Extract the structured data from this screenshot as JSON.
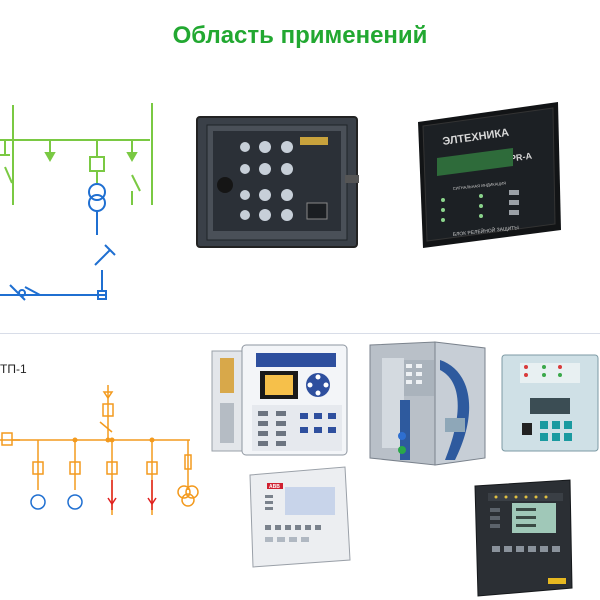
{
  "title": "Область применений",
  "labels": {
    "tp": "ТП-1"
  },
  "devices": {
    "elektroavtomatika": {
      "brand": "ЭЛТЕХНИКА",
      "model": "IPR-A",
      "subtitle": "СИГНАЛЬНАЯ ИНДИКАЦИЯ",
      "footer": "БЛОК РЕЛЕЙНОЙ ЗАЩИТЫ"
    },
    "abb": {
      "brand": "ABB"
    }
  },
  "colors": {
    "title": "#22a831",
    "diagram_green": "#7ac943",
    "diagram_blue": "#1f6fd1",
    "diagram_orange": "#f39a1e",
    "diagram_red": "#e02020",
    "diagram_purple": "#7030a0"
  }
}
